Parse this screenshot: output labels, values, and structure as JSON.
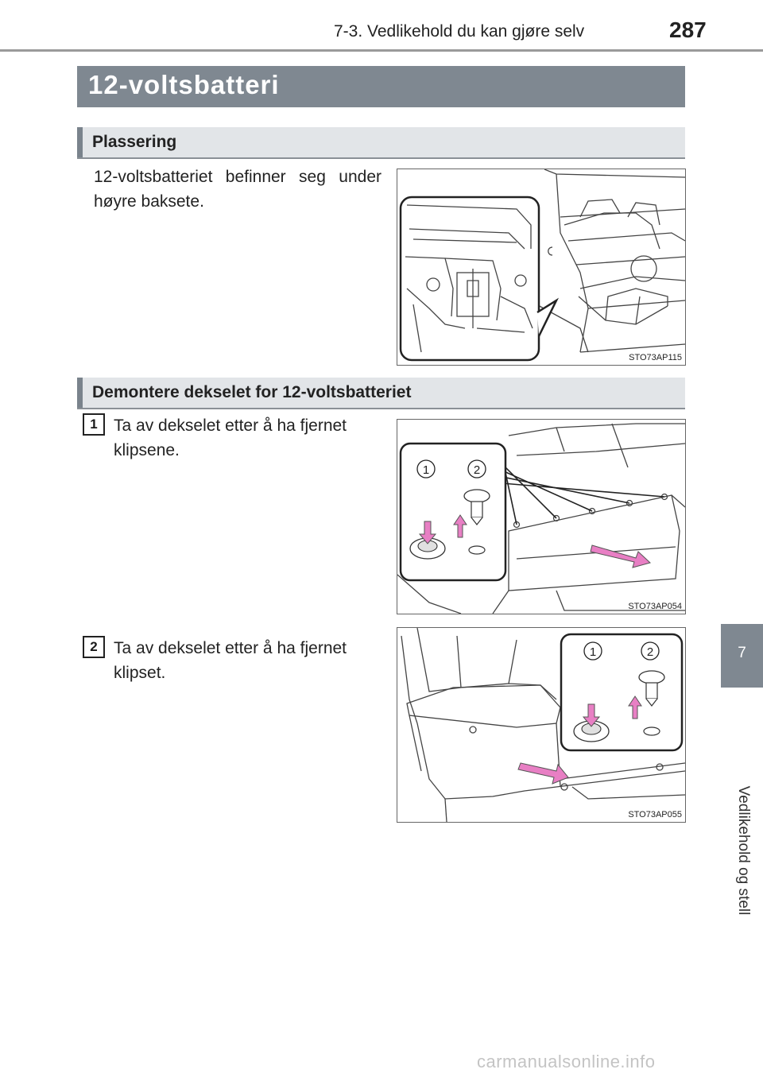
{
  "header": {
    "chapter_title": "7-3. Vedlikehold du kan gjøre selv",
    "page_number": "287"
  },
  "page_title": "12-voltsbatteri",
  "sections": [
    {
      "heading": "Plassering",
      "text": "12-voltsbatteriet befinner seg under høyre baksete.",
      "figure_code": "STO73AP115"
    },
    {
      "heading": "Demontere dekselet for 12-voltsbatteriet"
    }
  ],
  "steps": [
    {
      "number": "1",
      "text": "Ta av dekselet etter å ha fjernet klipsene.",
      "figure_code": "STO73AP054",
      "callouts": [
        "1",
        "2"
      ]
    },
    {
      "number": "2",
      "text": "Ta av dekselet etter å ha fjernet klipset.",
      "figure_code": "STO73AP055",
      "callouts": [
        "1",
        "2"
      ]
    }
  ],
  "side_tab": {
    "number": "7",
    "label": "Vedlikehold og stell"
  },
  "watermark": "carmanualsonline.info",
  "colors": {
    "bar_gray": "#7f8891",
    "section_bg": "#e2e5e8",
    "arrow_pink": "#e87fc4"
  }
}
